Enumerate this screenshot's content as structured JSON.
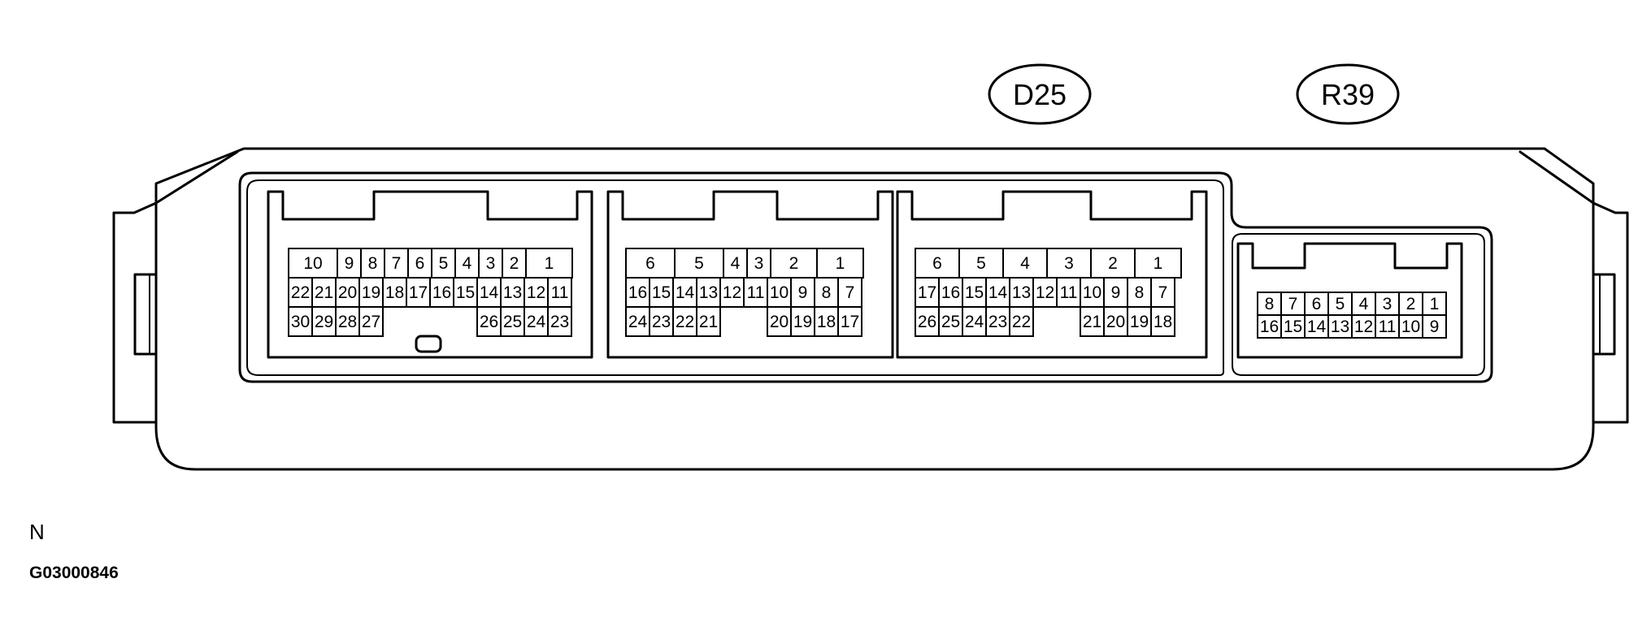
{
  "connector_labels": [
    "D25",
    "R39"
  ],
  "sheet_letter": "N",
  "figure_code": "G03000846",
  "blocks": [
    {
      "rows": [
        [
          "10",
          "9",
          "8",
          "7",
          "6",
          "5",
          "4",
          "3",
          "2",
          "1"
        ],
        [
          "22",
          "21",
          "20",
          "19",
          "18",
          "17",
          "16",
          "15",
          "14",
          "13",
          "12",
          "11"
        ],
        [
          "30",
          "29",
          "28",
          "27",
          "",
          "",
          "",
          "",
          "26",
          "25",
          "24",
          "23"
        ]
      ]
    },
    {
      "rows": [
        [
          "6",
          "5",
          "4",
          "3",
          "2",
          "1"
        ],
        [
          "16",
          "15",
          "14",
          "13",
          "12",
          "11",
          "10",
          "9",
          "8",
          "7"
        ],
        [
          "24",
          "23",
          "22",
          "21",
          "",
          "20",
          "19",
          "18",
          "17"
        ]
      ]
    },
    {
      "rows": [
        [
          "6",
          "5",
          "4",
          "3",
          "2",
          "1"
        ],
        [
          "17",
          "16",
          "15",
          "14",
          "13",
          "12",
          "11",
          "10",
          "9",
          "8",
          "7"
        ],
        [
          "26",
          "25",
          "24",
          "23",
          "22",
          "",
          "21",
          "20",
          "19",
          "18"
        ]
      ]
    },
    {
      "rows": [
        [
          "8",
          "7",
          "6",
          "5",
          "4",
          "3",
          "2",
          "1"
        ],
        [
          "16",
          "15",
          "14",
          "13",
          "12",
          "11",
          "10",
          "9"
        ]
      ]
    }
  ]
}
